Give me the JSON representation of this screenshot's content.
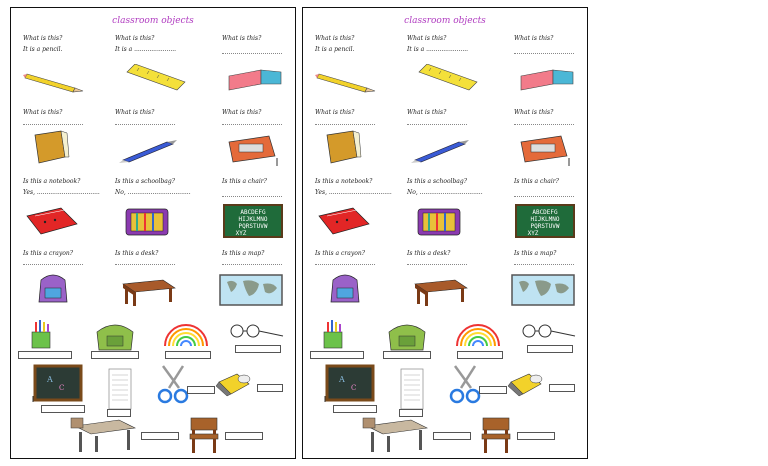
{
  "sheets": [
    {
      "title": "classroom objects",
      "q": {
        "r1c1": "What is this?",
        "r1c2": "What is this?",
        "r1c3": "What is this?",
        "a1": "It is a pencil.",
        "a2": "It is a ......................",
        "r2c1": "What is this?",
        "r2c2": "What is this?",
        "r2c3": "What is this?",
        "r3c1": "Is this a notebook?",
        "r3c2": "Is this a schoolbag?",
        "r3c3": "Is this a chair?",
        "yes": "Yes, .................................",
        "no": "No, .................................",
        "r4c1": "Is this a crayon?",
        "r4c2": "Is this a desk?",
        "r4c3": "Is this a map?"
      },
      "board_text": "ABCDEFG HIJKLMNO PQRSTUVW XYZ"
    },
    {
      "title": "classroom objects",
      "q": {
        "r1c1": "What is this?",
        "r1c2": "What is this?",
        "r1c3": "What is this?",
        "a1": "It is a pencil.",
        "a2": "It is a ......................",
        "r2c1": "What is this?",
        "r2c2": "What is this?",
        "r2c3": "What is this?",
        "r3c1": "Is this a notebook?",
        "r3c2": "Is this a schoolbag?",
        "r3c3": "Is this a chair?",
        "yes": "Yes, .................................",
        "no": "No, .................................",
        "r4c1": "Is this a crayon?",
        "r4c2": "Is this a desk?",
        "r4c3": "Is this a map?"
      },
      "board_text": "ABCDEFG HIJKLMNO PQRSTUVW XYZ"
    }
  ],
  "colors": {
    "title": "#b03cc0",
    "border": "#111111"
  }
}
